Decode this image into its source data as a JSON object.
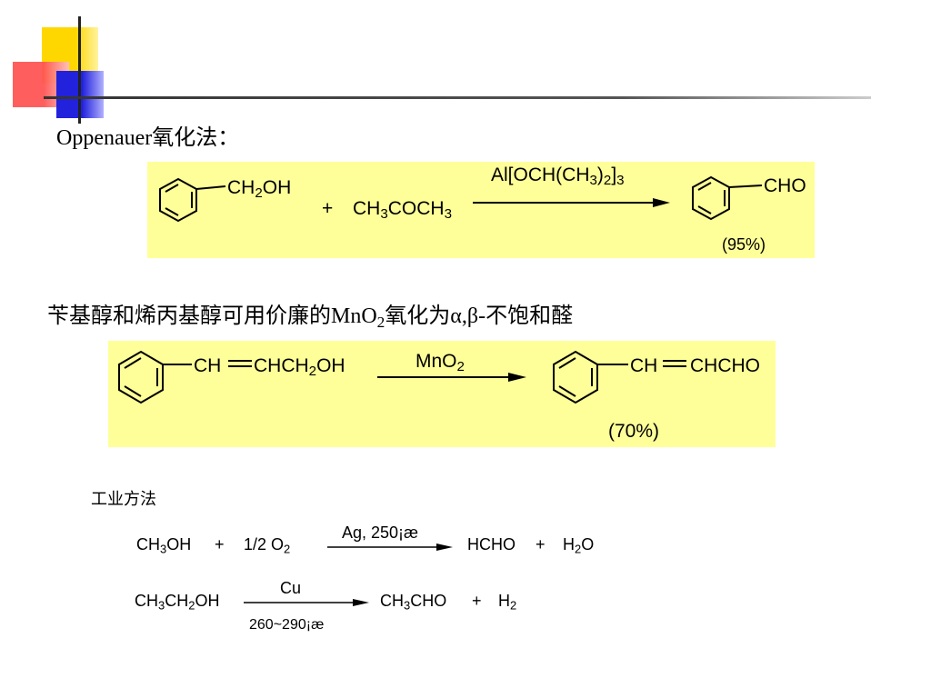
{
  "slide": {
    "heading1": {
      "text": "Oppenauer氧化法："
    },
    "heading2": {
      "pre": "苄基醇和烯丙基醇可用价廉的MnO",
      "sub": "2",
      "post": "氧化为α,β-不饱和醛"
    },
    "heading3": {
      "text": "工业方法"
    }
  },
  "reaction1": {
    "reactant1_group": {
      "a": "CH",
      "b": "2",
      "c": "OH"
    },
    "plus": "+",
    "reactant2": {
      "a": "CH",
      "b": "3",
      "c": "COCH",
      "d": "3"
    },
    "reagent": {
      "a": "Al[OCH(CH",
      "b": "3",
      "c": ")",
      "d": "2",
      "e": "]",
      "f": "3"
    },
    "product_group": "CHO",
    "yield": "(95%)"
  },
  "reaction2": {
    "reactant_group": {
      "a": "CH",
      "b": "CHCH",
      "c": "2",
      "d": "OH"
    },
    "reagent": {
      "a": "MnO",
      "b": "2"
    },
    "product_group": {
      "a": "CH",
      "b": "CHCHO"
    },
    "yield": "(70%)"
  },
  "industrial1": {
    "r1": {
      "a": "CH",
      "b": "3",
      "c": "OH"
    },
    "plus1": "+",
    "r2": {
      "a": "1/2 O",
      "b": "2"
    },
    "condition": "Ag, 250¡æ",
    "p1": "HCHO",
    "plus2": "+",
    "p2": {
      "a": "H",
      "b": "2",
      "c": "O"
    }
  },
  "industrial2": {
    "r1": {
      "a": "CH",
      "b": "3",
      "c": "CH",
      "d": "2",
      "e": "OH"
    },
    "condition_top": "Cu",
    "condition_bottom": "260~290¡æ",
    "p1": {
      "a": "CH",
      "b": "3",
      "c": "CHO"
    },
    "plus": "+",
    "p2": {
      "a": "H",
      "b": "2"
    }
  },
  "colors": {
    "panel": "#ffff99",
    "deco_yellow": "#ffd700",
    "deco_red": "#ff3333",
    "deco_blue": "#2222dd"
  }
}
